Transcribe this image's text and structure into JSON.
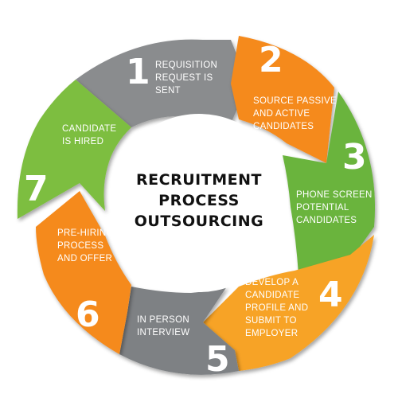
{
  "center": {
    "line1": "RECRUITMENT",
    "line2": "PROCESS",
    "line3": "OUTSOURCING"
  },
  "steps": [
    {
      "number": "1",
      "lines": [
        "REQUISITION",
        "REQUEST IS",
        "SENT"
      ],
      "color": "#8a8c8e"
    },
    {
      "number": "2",
      "lines": [
        "SOURCE PASSIVE",
        "AND ACTIVE",
        "CANDIDATES"
      ],
      "color": "#f58a1f"
    },
    {
      "number": "3",
      "lines": [
        "PHONE SCREEN",
        "POTENTIAL",
        "CANDIDATES"
      ],
      "color": "#6ab43e"
    },
    {
      "number": "4",
      "lines": [
        "DEVELOP A",
        "CANDIDATE",
        "PROFILE AND",
        "SUBMIT TO",
        "EMPLOYER"
      ],
      "color": "#f7a325"
    },
    {
      "number": "5",
      "lines": [
        "IN PERSON",
        "INTERVIEW"
      ],
      "color": "#7e8184"
    },
    {
      "number": "6",
      "lines": [
        "PRE-HIRING",
        "PROCESS",
        "AND OFFER"
      ],
      "color": "#f58a1f"
    },
    {
      "number": "7",
      "lines": [
        "CANDIDATE",
        "IS HIRED"
      ],
      "color": "#7dbe3f"
    }
  ]
}
